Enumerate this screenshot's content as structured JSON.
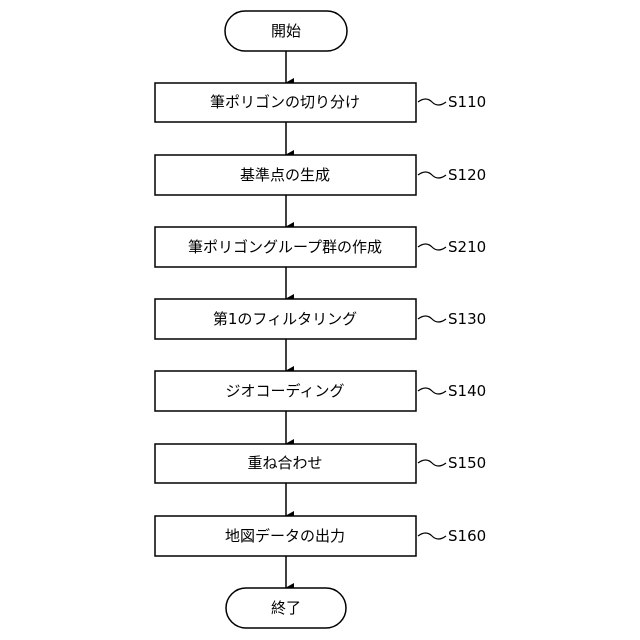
{
  "flowchart": {
    "start": {
      "label": "開始"
    },
    "steps": [
      {
        "label": "筆ポリゴンの切り分け",
        "code": "S110"
      },
      {
        "label": "基準点の生成",
        "code": "S120"
      },
      {
        "label": "筆ポリゴングループ群の作成",
        "code": "S210"
      },
      {
        "label": "第1のフィルタリング",
        "code": "S130"
      },
      {
        "label": "ジオコーディング",
        "code": "S140"
      },
      {
        "label": "重ね合わせ",
        "code": "S150"
      },
      {
        "label": "地図データの出力",
        "code": "S160"
      }
    ],
    "end": {
      "label": "終了"
    }
  }
}
